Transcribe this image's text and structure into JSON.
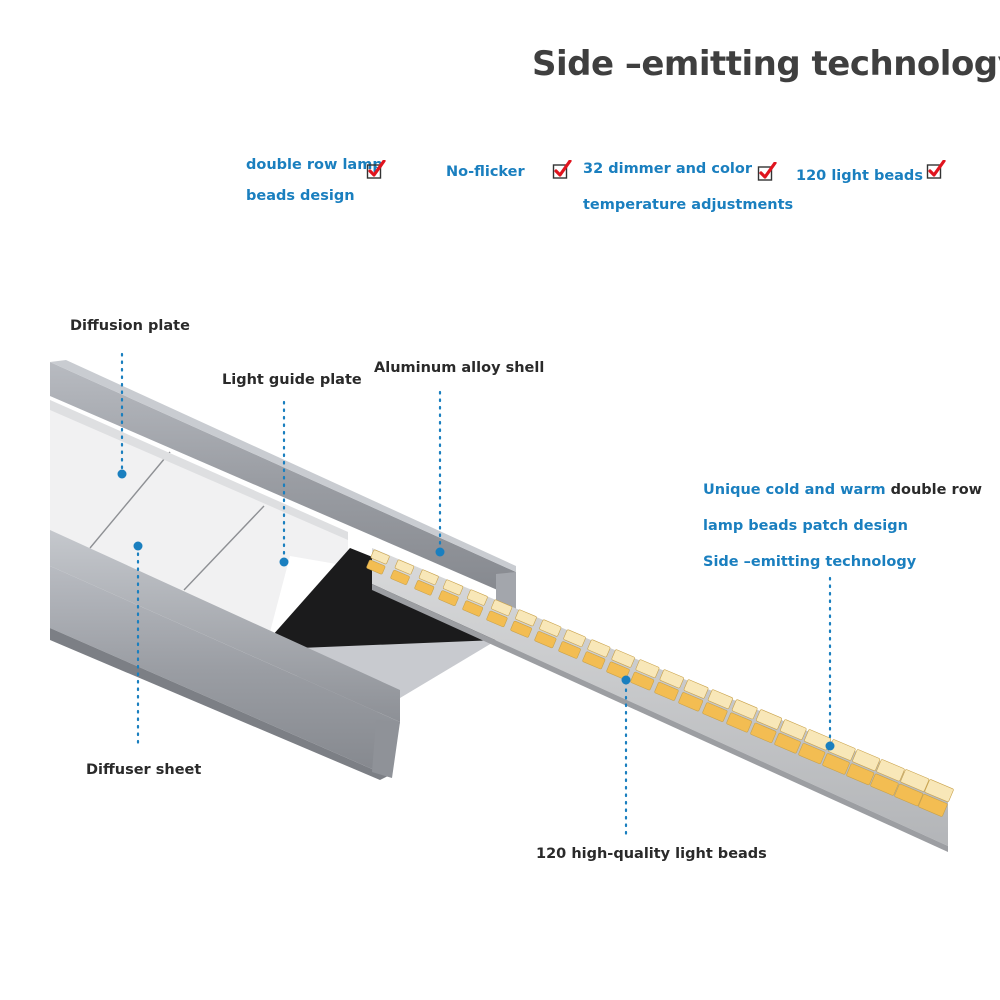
{
  "title": "Side –emitting technology",
  "features": [
    {
      "line1": "double row lamp",
      "line2": "beads design"
    },
    {
      "line1": "No-flicker",
      "line2": ""
    },
    {
      "line1": "32 dimmer and color",
      "line2": "temperature adjustments"
    },
    {
      "line1": "120 light beads",
      "line2": ""
    }
  ],
  "labels": {
    "diffusion_plate": "Diffusion plate",
    "light_guide_plate": "Light guide plate",
    "aluminum_shell": "Aluminum alloy shell",
    "diffuser_sheet": "Diffuser sheet",
    "light_beads": "120 high-quality light beads"
  },
  "callout": {
    "line1_blue": "Unique cold and warm",
    "line1_dark": " double row",
    "line2": "lamp beads patch design",
    "line3": "Side –emitting technology"
  },
  "icons": {
    "check": "checked-box-icon"
  },
  "colors": {
    "accent_blue": "#1a7fbf",
    "check_red": "#e0141e",
    "title_gray": "#3f3f3f",
    "aluminum": "#9a9da3",
    "led_warm": "#f6c35a"
  }
}
